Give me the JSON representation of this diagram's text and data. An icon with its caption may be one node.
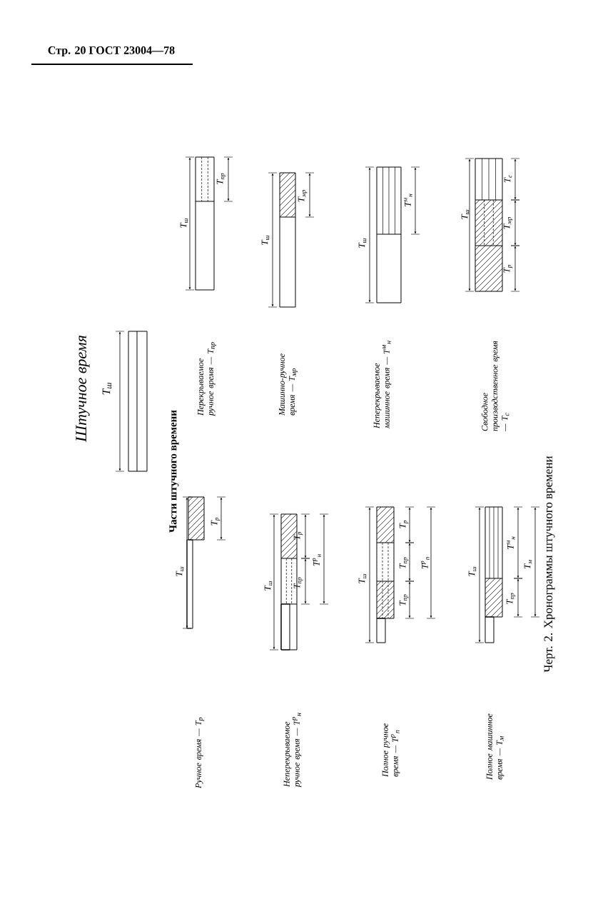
{
  "diagram": {
    "caption": "Черт. 2. Хронограммы штучного времени",
    "labels": [
      "Стр. 20 ГОСТ 23004—78",
      "Штучное время",
      "T$_{ш}$",
      "Части штучного времени",
      "Ручное время — T$_{р}$",
      "T$_{ш}$",
      "T$_{р}$",
      "Неперекрываемое ручное время — T$^{р}$$_{н}$",
      "T$_{ш}$",
      "T$_{р}$",
      "T$_{пр}$",
      "T$^{р}$$_{н}$",
      "Полное ручное время — T$^{р}$$_{п}$",
      "T$_{ш}$",
      "T$_{р}$",
      "T$_{пр}$",
      "T$_{пр}$",
      "T$^{р}$$_{п}$",
      "Полное машинное время — T$_{м}$",
      "T$_{ш}$",
      "T$^{м}$$_{н}$",
      "T$_{пр}$",
      "T$_{м}$",
      "Перекрываемое ручное время — T$_{пр}$",
      "T$_{ш}$",
      "T$_{пр}$",
      "Машинно-ручное время — T$_{мр}$",
      "T$_{ш}$",
      "T$_{мр}$",
      "Неперекрываемое машинное время — T$^{м}$$_{н}$",
      "T$_{ш}$",
      "T$^{м}$$_{н}$",
      "Свободное производственное время — T$_{с}$",
      "T$_{ш}$",
      "T$_{с}$",
      "T$_{мр}$",
      "T$_{р}$"
    ]
  }
}
